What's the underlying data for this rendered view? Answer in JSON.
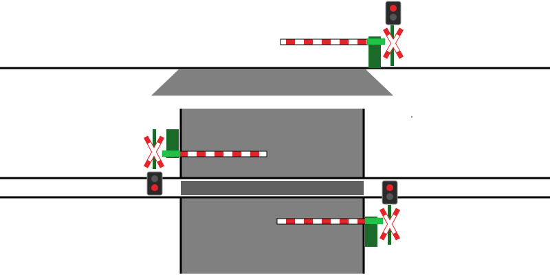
{
  "scene": {
    "type": "level-crossing-diagram",
    "colors": {
      "background": "#ffffff",
      "line": "#000000",
      "road": "#808080",
      "road_gap": "#5f5f5f",
      "barrier_red": "#e3242b",
      "barrier_white": "#ffffff",
      "barrier_housing": "#1a6b2a",
      "barrier_hinge": "#22c24a",
      "signal_body": "#2a2a2a",
      "lamp_on": "#e8222b",
      "lamp_off": "#555555",
      "crossbuck_red": "#e3242b",
      "crossbuck_white": "#ffffff",
      "mast": "#1a6b2a"
    },
    "barrier_state": "lowered",
    "signal_aspect": "red",
    "assemblies": [
      {
        "id": "north",
        "lamps": [
          "on",
          "off"
        ],
        "barrier_side": "left"
      },
      {
        "id": "west",
        "lamps": [
          "off",
          "on"
        ],
        "barrier_side": "right"
      },
      {
        "id": "south",
        "lamps": [
          "on",
          "off"
        ],
        "barrier_side": "left"
      }
    ]
  }
}
